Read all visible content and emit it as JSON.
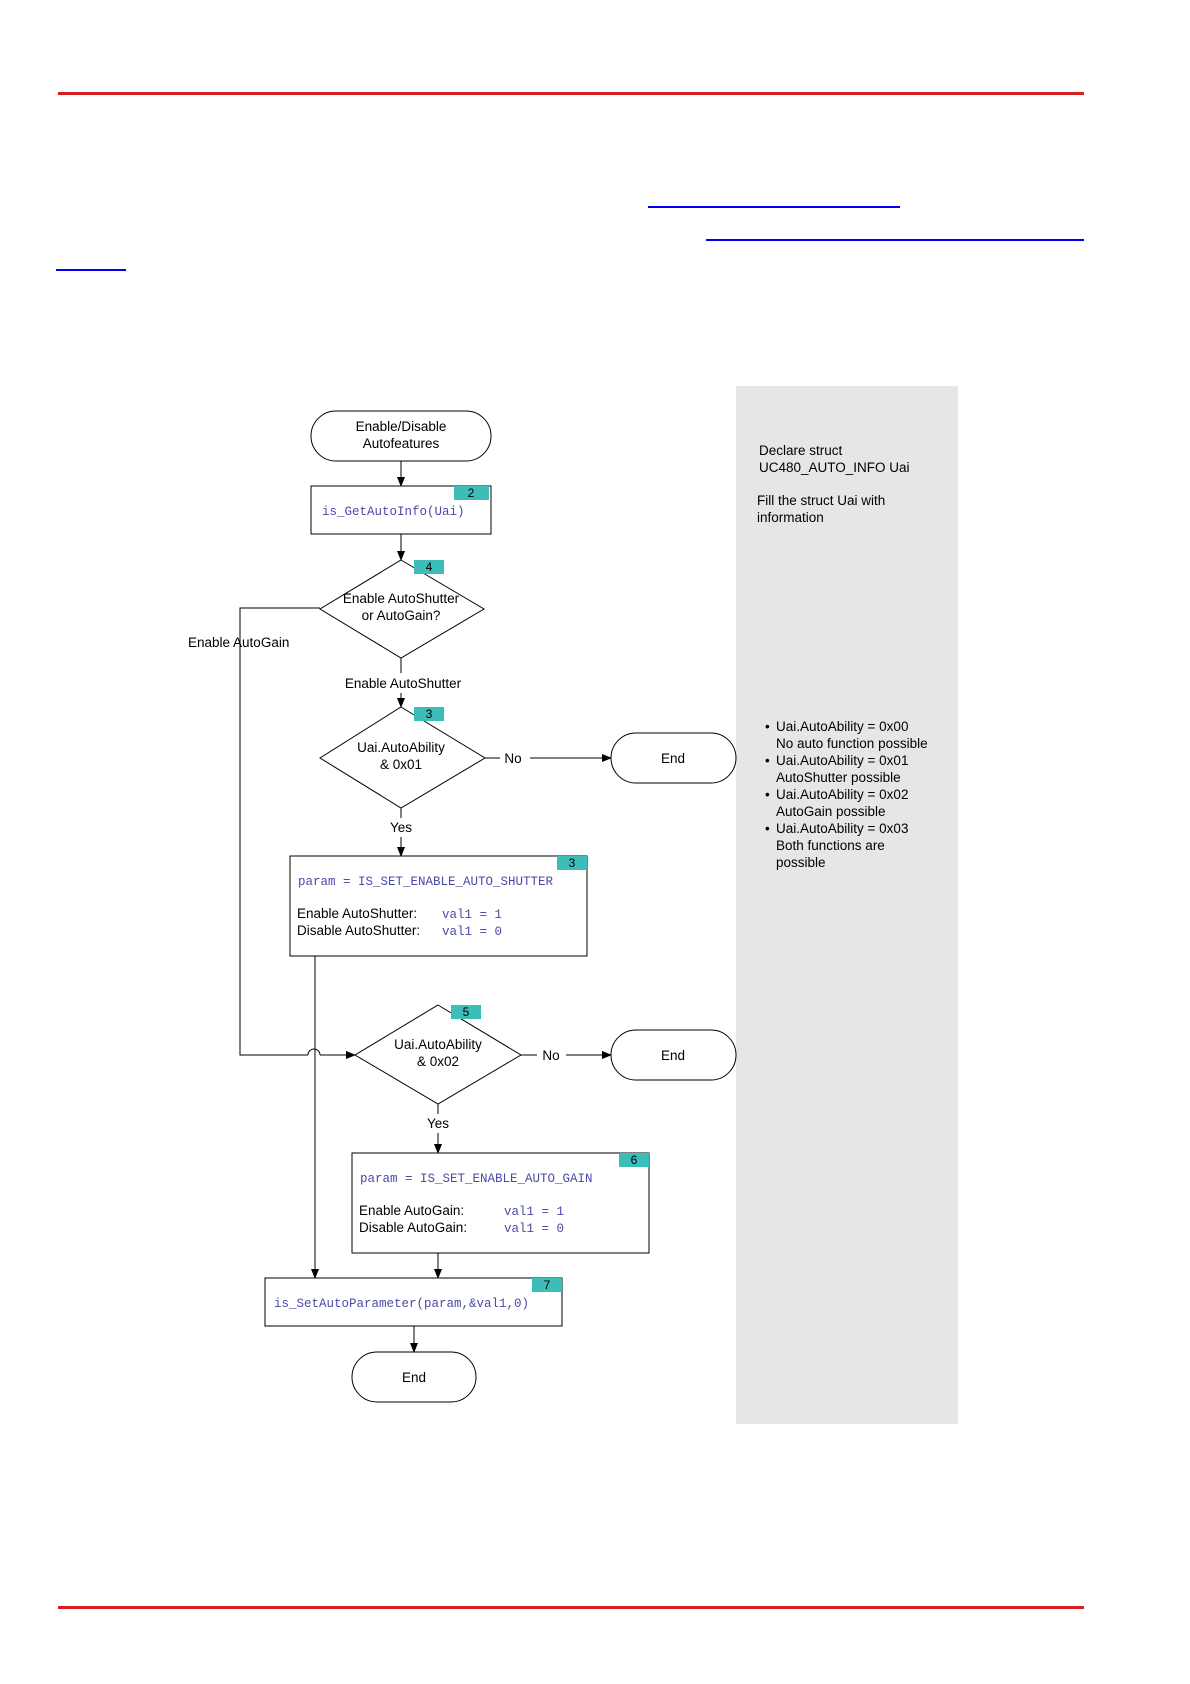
{
  "colors": {
    "rule": "#d61f1f",
    "link": "#0000ee",
    "badge": "#3dbdb7",
    "sidebar": "#e6e6e6",
    "code": "#4a4aa8"
  },
  "flow": {
    "start": {
      "line1": "Enable/Disable",
      "line2": "Autofeatures"
    },
    "get_info": {
      "badge": "2",
      "code": "is_GetAutoInfo(Uai)"
    },
    "decision_main": {
      "badge": "4",
      "line1": "Enable AutoShutter",
      "line2": "or AutoGain?",
      "left_label": "Enable AutoGain",
      "down_label": "Enable AutoShutter"
    },
    "decision_shutter": {
      "badge": "3",
      "line1": "Uai.AutoAbility",
      "line2": "& 0x01",
      "no_label": "No",
      "yes_label": "Yes"
    },
    "end_shutter": "End",
    "shutter_box": {
      "badge": "3",
      "code": "param = IS_SET_ENABLE_AUTO_SHUTTER",
      "enable_label": "Enable AutoShutter:",
      "enable_code": "val1 = 1",
      "disable_label": "Disable AutoShutter:",
      "disable_code": "val1 = 0"
    },
    "decision_gain": {
      "badge": "5",
      "line1": "Uai.AutoAbility",
      "line2": "& 0x02",
      "no_label": "No",
      "yes_label": "Yes"
    },
    "end_gain": "End",
    "gain_box": {
      "badge": "6",
      "code": "param = IS_SET_ENABLE_AUTO_GAIN",
      "enable_label": "Enable AutoGain:",
      "enable_code": "val1 = 1",
      "disable_label": "Disable AutoGain:",
      "disable_code": "val1 = 0"
    },
    "set_param": {
      "badge": "7",
      "code": "is_SetAutoParameter(param,&val1,0)"
    },
    "end_final": "End"
  },
  "sidebar": {
    "declare_line1": "Declare struct",
    "declare_line2": "UC480_AUTO_INFO Uai",
    "fill_line1": "Fill the struct Uai with",
    "fill_line2": "information",
    "bullets": [
      {
        "line1": "Uai.AutoAbility = 0x00",
        "line2": "No auto function possible"
      },
      {
        "line1": "Uai.AutoAbility = 0x01",
        "line2": "AutoShutter possible"
      },
      {
        "line1": "Uai.AutoAbility = 0x02",
        "line2": "AutoGain possible"
      },
      {
        "line1": "Uai.AutoAbility = 0x03",
        "line2": "Both functions are",
        "line3": "possible"
      }
    ]
  }
}
